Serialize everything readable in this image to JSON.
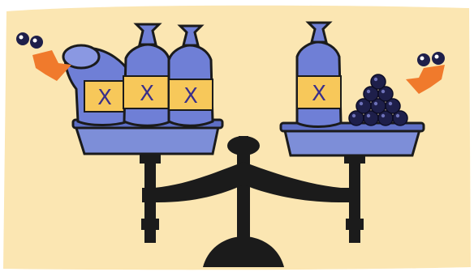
{
  "illustration": {
    "type": "balance-scale-puzzle",
    "left_pan": {
      "bag_labels": [
        "X",
        "X",
        "X"
      ],
      "bag_count": 3
    },
    "right_pan": {
      "bag_labels": [
        "X"
      ],
      "bag_count": 1,
      "ball_count": 10
    },
    "colors": {
      "background": "#fbe6b2",
      "bag_fill": "#6f7fd6",
      "bag_label_fill": "#f7c85a",
      "pan_fill": "#7d8ed8",
      "scale_body": "#1b1b1b",
      "arrow": "#f07a2c",
      "ball": "#1e1f4a"
    }
  }
}
